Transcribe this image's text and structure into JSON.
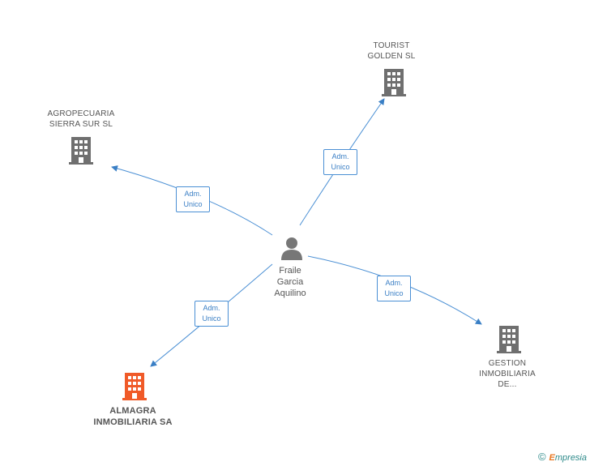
{
  "person": {
    "name_lines": [
      "Fraile",
      "Garcia",
      "Aquilino"
    ]
  },
  "companies": [
    {
      "id": "tourist",
      "lines": [
        "TOURIST",
        "GOLDEN SL"
      ],
      "color": "#6f6f6f"
    },
    {
      "id": "agro",
      "lines": [
        "AGROPECUARIA",
        "SIERRA SUR SL"
      ],
      "color": "#6f6f6f"
    },
    {
      "id": "gestion",
      "lines": [
        "GESTION",
        "INMOBILIARIA",
        "DE..."
      ],
      "color": "#6f6f6f"
    },
    {
      "id": "almagra",
      "lines": [
        "ALMAGRA",
        "INMOBILIARIA SA"
      ],
      "color": "#f05a28"
    }
  ],
  "edges": [
    {
      "to": "tourist",
      "label": [
        "Adm.",
        "Unico"
      ]
    },
    {
      "to": "agro",
      "label": [
        "Adm.",
        "Unico"
      ]
    },
    {
      "to": "gestion",
      "label": [
        "Adm.",
        "Unico"
      ]
    },
    {
      "to": "almagra",
      "label": [
        "Adm.",
        "Unico"
      ]
    }
  ],
  "colors": {
    "edge": "#3a7fc5",
    "person": "#777777"
  },
  "credit": {
    "symbol": "©",
    "brand_initial": "E",
    "brand_rest": "mpresia"
  }
}
